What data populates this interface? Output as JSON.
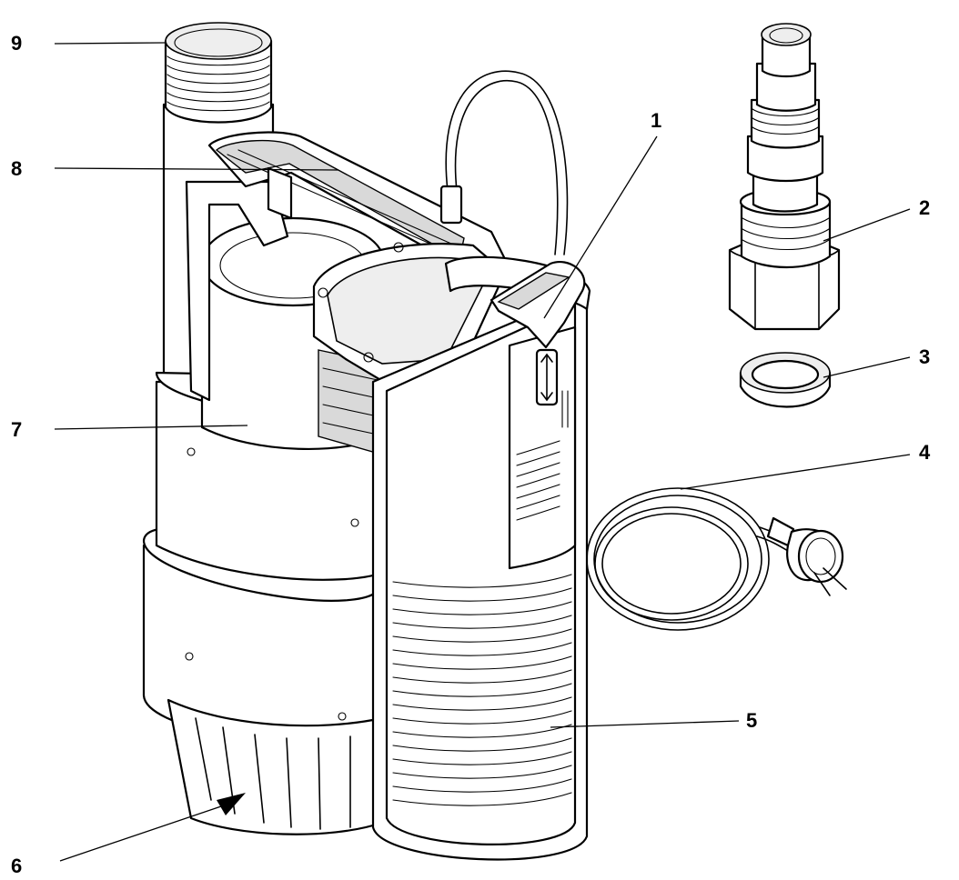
{
  "diagram": {
    "labels": [
      {
        "id": "label-1",
        "text": "1"
      },
      {
        "id": "label-2",
        "text": "2"
      },
      {
        "id": "label-3",
        "text": "3"
      },
      {
        "id": "label-4",
        "text": "4"
      },
      {
        "id": "label-5",
        "text": "5"
      },
      {
        "id": "label-6",
        "text": "6"
      },
      {
        "id": "label-7",
        "text": "7"
      },
      {
        "id": "label-8",
        "text": "8"
      },
      {
        "id": "label-9",
        "text": "9"
      }
    ]
  },
  "colors": {
    "ink": "#000000",
    "paper": "#ffffff",
    "shade": "#d9d9d9"
  }
}
